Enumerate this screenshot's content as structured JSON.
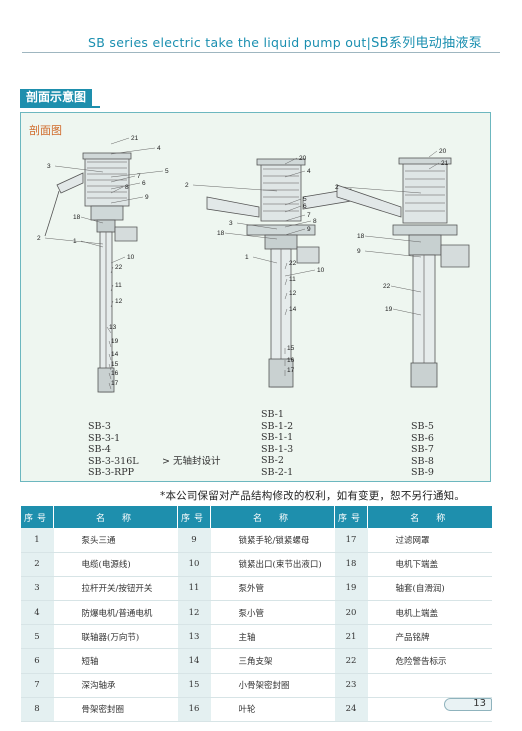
{
  "header": {
    "title_en": "SB series electric take the liquid pump out",
    "title_cn": "SB系列电动抽液泵"
  },
  "section": {
    "title": "剖面示意图"
  },
  "diagram": {
    "label": "剖面图",
    "pump_left": {
      "callouts": [
        "21",
        "4",
        "3",
        "5",
        "7",
        "6",
        "8",
        "9",
        "18",
        "2",
        "1",
        "10",
        "22",
        "11",
        "12",
        "13",
        "19",
        "14",
        "15",
        "16",
        "17"
      ],
      "models": [
        "SB-3",
        "SB-3-1",
        "SB-4",
        "SB-3-316L",
        "SB-3-RPP"
      ],
      "note": "无轴封设计"
    },
    "pump_middle": {
      "callouts": [
        "20",
        "4",
        "2",
        "5",
        "6",
        "7",
        "3",
        "8",
        "18",
        "9",
        "1",
        "10",
        "22",
        "11",
        "12",
        "14",
        "15",
        "16",
        "17"
      ],
      "models": [
        "SB-1",
        "SB-1-2",
        "SB-1-1",
        "SB-1-3",
        "SB-2",
        "SB-2-1"
      ]
    },
    "pump_right": {
      "callouts": [
        "20",
        "21",
        "2",
        "18",
        "9",
        "22",
        "19"
      ],
      "models": [
        "SB-5",
        "SB-6",
        "SB-7",
        "SB-8",
        "SB-9"
      ]
    }
  },
  "notice": "*本公司保留对产品结构修改的权利，如有变更，恕不另行通知。",
  "table": {
    "headers": [
      "序号",
      "名　称",
      "序号",
      "名　称",
      "序号",
      "名　称"
    ],
    "rows": [
      [
        "1",
        "泵头三通",
        "9",
        "锁紧手轮/锁紧螺母",
        "17",
        "过滤网罩"
      ],
      [
        "2",
        "电缆(电源线)",
        "10",
        "锁紧出口(束节出液口)",
        "18",
        "电机下端盖"
      ],
      [
        "3",
        "拉杆开关/按钮开关",
        "11",
        "泵外管",
        "19",
        "轴套(自滑润)"
      ],
      [
        "4",
        "防爆电机/普通电机",
        "12",
        "泵小管",
        "20",
        "电机上端盖"
      ],
      [
        "5",
        "联轴器(万向节)",
        "13",
        "主轴",
        "21",
        "产品铭牌"
      ],
      [
        "6",
        "短轴",
        "14",
        "三角支架",
        "22",
        "危险警告标示"
      ],
      [
        "7",
        "深沟轴承",
        "15",
        "小骨架密封圈",
        "23",
        ""
      ],
      [
        "8",
        "骨架密封圈",
        "16",
        "叶轮",
        "24",
        ""
      ]
    ]
  },
  "page_number": "13",
  "colors": {
    "accent": "#1e8fad",
    "diagram_bg": "#eef6f0",
    "label_orange": "#d06a2a"
  }
}
